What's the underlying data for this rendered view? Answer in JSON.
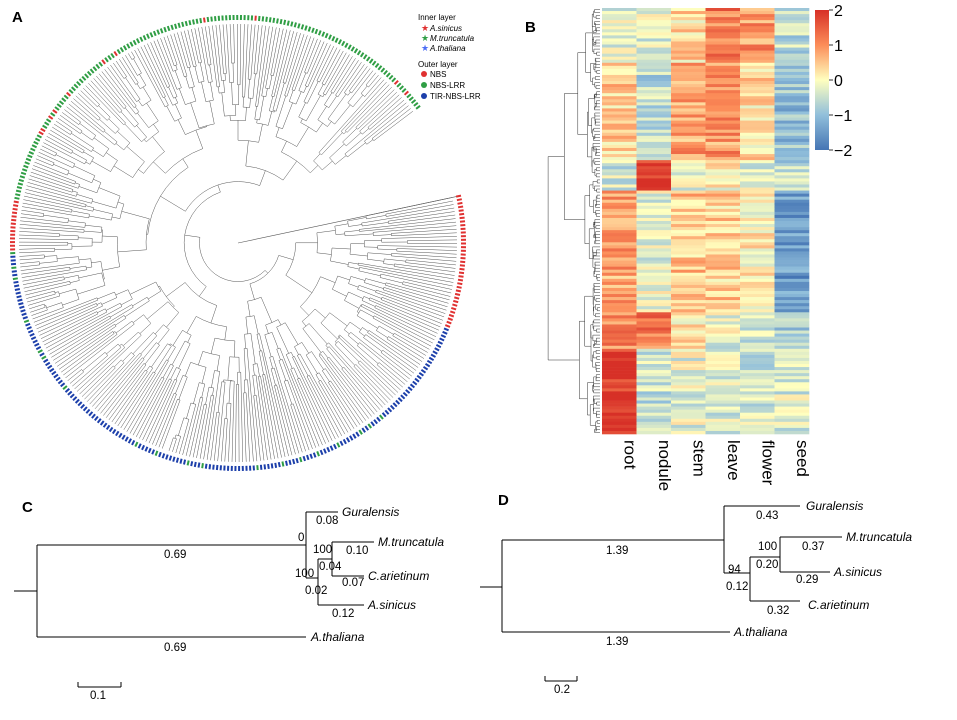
{
  "panels": {
    "a": "A",
    "b": "B",
    "c": "C",
    "d": "D"
  },
  "legend": {
    "inner_title": "Inner layer",
    "inner": [
      {
        "label": "A.sinicus",
        "color": "#e03131",
        "italic": true
      },
      {
        "label": "M.truncatula",
        "color": "#2f9e44",
        "italic": true
      },
      {
        "label": "A.thaliana",
        "color": "#4c6ef5",
        "italic": true
      }
    ],
    "outer_title": "Outer layer",
    "outer": [
      {
        "label": "NBS",
        "color": "#e03131",
        "italic": false
      },
      {
        "label": "NBS-LRR",
        "color": "#2f9e44",
        "italic": false
      },
      {
        "label": "TIR-NBS-LRR",
        "color": "#1c3faa",
        "italic": false
      }
    ]
  },
  "heatmap": {
    "tissues": [
      "root",
      "nodule",
      "stem",
      "leave",
      "flower",
      "seed"
    ],
    "colorbar_ticks": [
      "2",
      "1",
      "0",
      "−1",
      "−2"
    ],
    "colorbar_values": [
      2,
      1,
      0,
      -1,
      -2
    ]
  },
  "tree_c": {
    "taxa": [
      "Guralensis",
      "M.truncatula",
      "C.arietinum",
      "A.sinicus",
      "A.thaliana"
    ],
    "branch_labels": {
      "root_top": "0.69",
      "root_bottom": "0.69",
      "guralensis": "0.08",
      "node_zero": "0",
      "support_mt_ca": "100",
      "mtruncatula": "0.10",
      "inner_node": "0.04",
      "carietinum": "0.07",
      "support_outer": "100",
      "outer_node": "0.02",
      "asinicus": "0.12"
    },
    "scale": "0.1"
  },
  "tree_d": {
    "taxa": [
      "Guralensis",
      "M.truncatula",
      "A.sinicus",
      "C.arietinum",
      "A.thaliana"
    ],
    "branch_labels": {
      "root_top": "1.39",
      "root_bottom": "1.39",
      "guralensis": "0.43",
      "support_mt_as": "100",
      "mtruncatula": "0.37",
      "inner_node": "0.20",
      "asinicus": "0.29",
      "support_outer": "94",
      "outer_node": "0.12",
      "carietinum": "0.32"
    },
    "scale": "0.2"
  }
}
